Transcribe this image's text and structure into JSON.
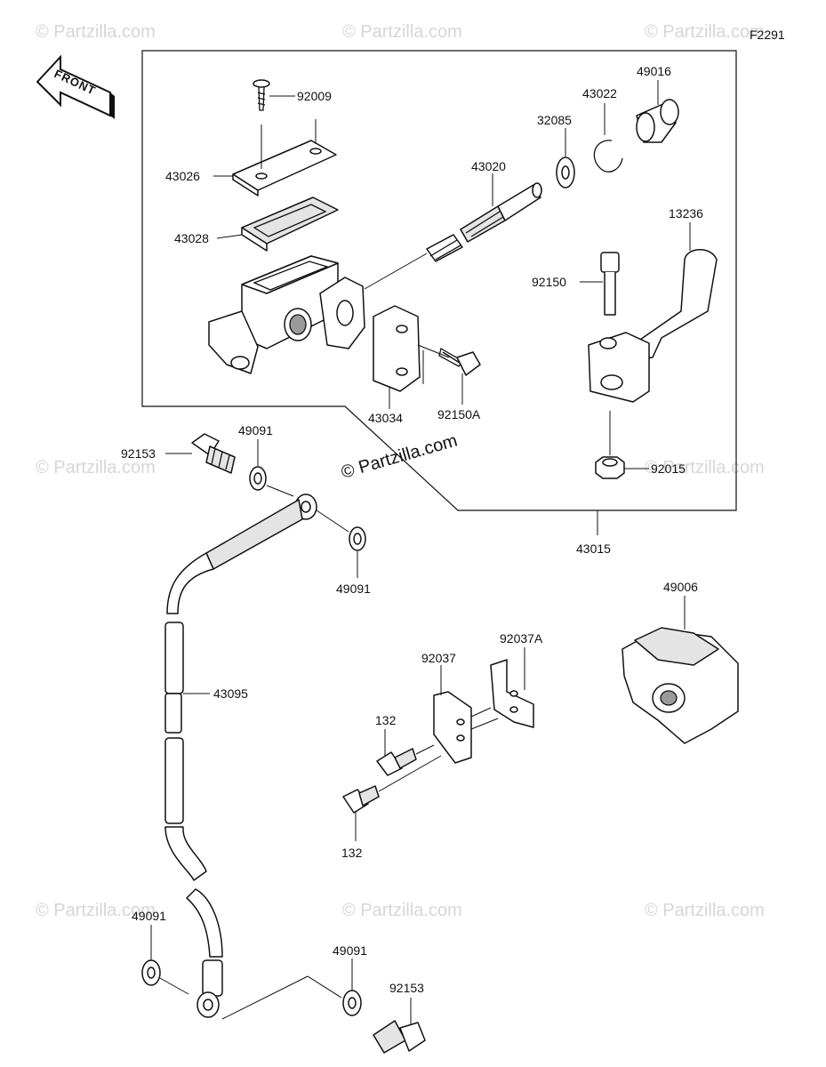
{
  "figure_code": "F2291",
  "front_label": "FRONT",
  "brand": "© Partzilla.com",
  "watermark_text": "© Partzilla.com",
  "parts": [
    {
      "key": "p92009",
      "number": "92009"
    },
    {
      "key": "p43026",
      "number": "43026"
    },
    {
      "key": "p43028",
      "number": "43028"
    },
    {
      "key": "p32085",
      "number": "32085"
    },
    {
      "key": "p43022",
      "number": "43022"
    },
    {
      "key": "p49016",
      "number": "49016"
    },
    {
      "key": "p43020",
      "number": "43020"
    },
    {
      "key": "p13236",
      "number": "13236"
    },
    {
      "key": "p92150",
      "number": "92150"
    },
    {
      "key": "p43034",
      "number": "43034"
    },
    {
      "key": "p92150A",
      "number": "92150A"
    },
    {
      "key": "p92015",
      "number": "92015"
    },
    {
      "key": "p43015",
      "number": "43015"
    },
    {
      "key": "p92153",
      "number": "92153"
    },
    {
      "key": "p49091a",
      "number": "49091"
    },
    {
      "key": "p49091b",
      "number": "49091"
    },
    {
      "key": "p49006",
      "number": "49006"
    },
    {
      "key": "p92037A",
      "number": "92037A"
    },
    {
      "key": "p92037",
      "number": "92037"
    },
    {
      "key": "p43095",
      "number": "43095"
    },
    {
      "key": "p132a",
      "number": "132"
    },
    {
      "key": "p132b",
      "number": "132"
    },
    {
      "key": "p49091c",
      "number": "49091"
    },
    {
      "key": "p49091d",
      "number": "49091"
    },
    {
      "key": "p92153b",
      "number": "92153"
    }
  ]
}
